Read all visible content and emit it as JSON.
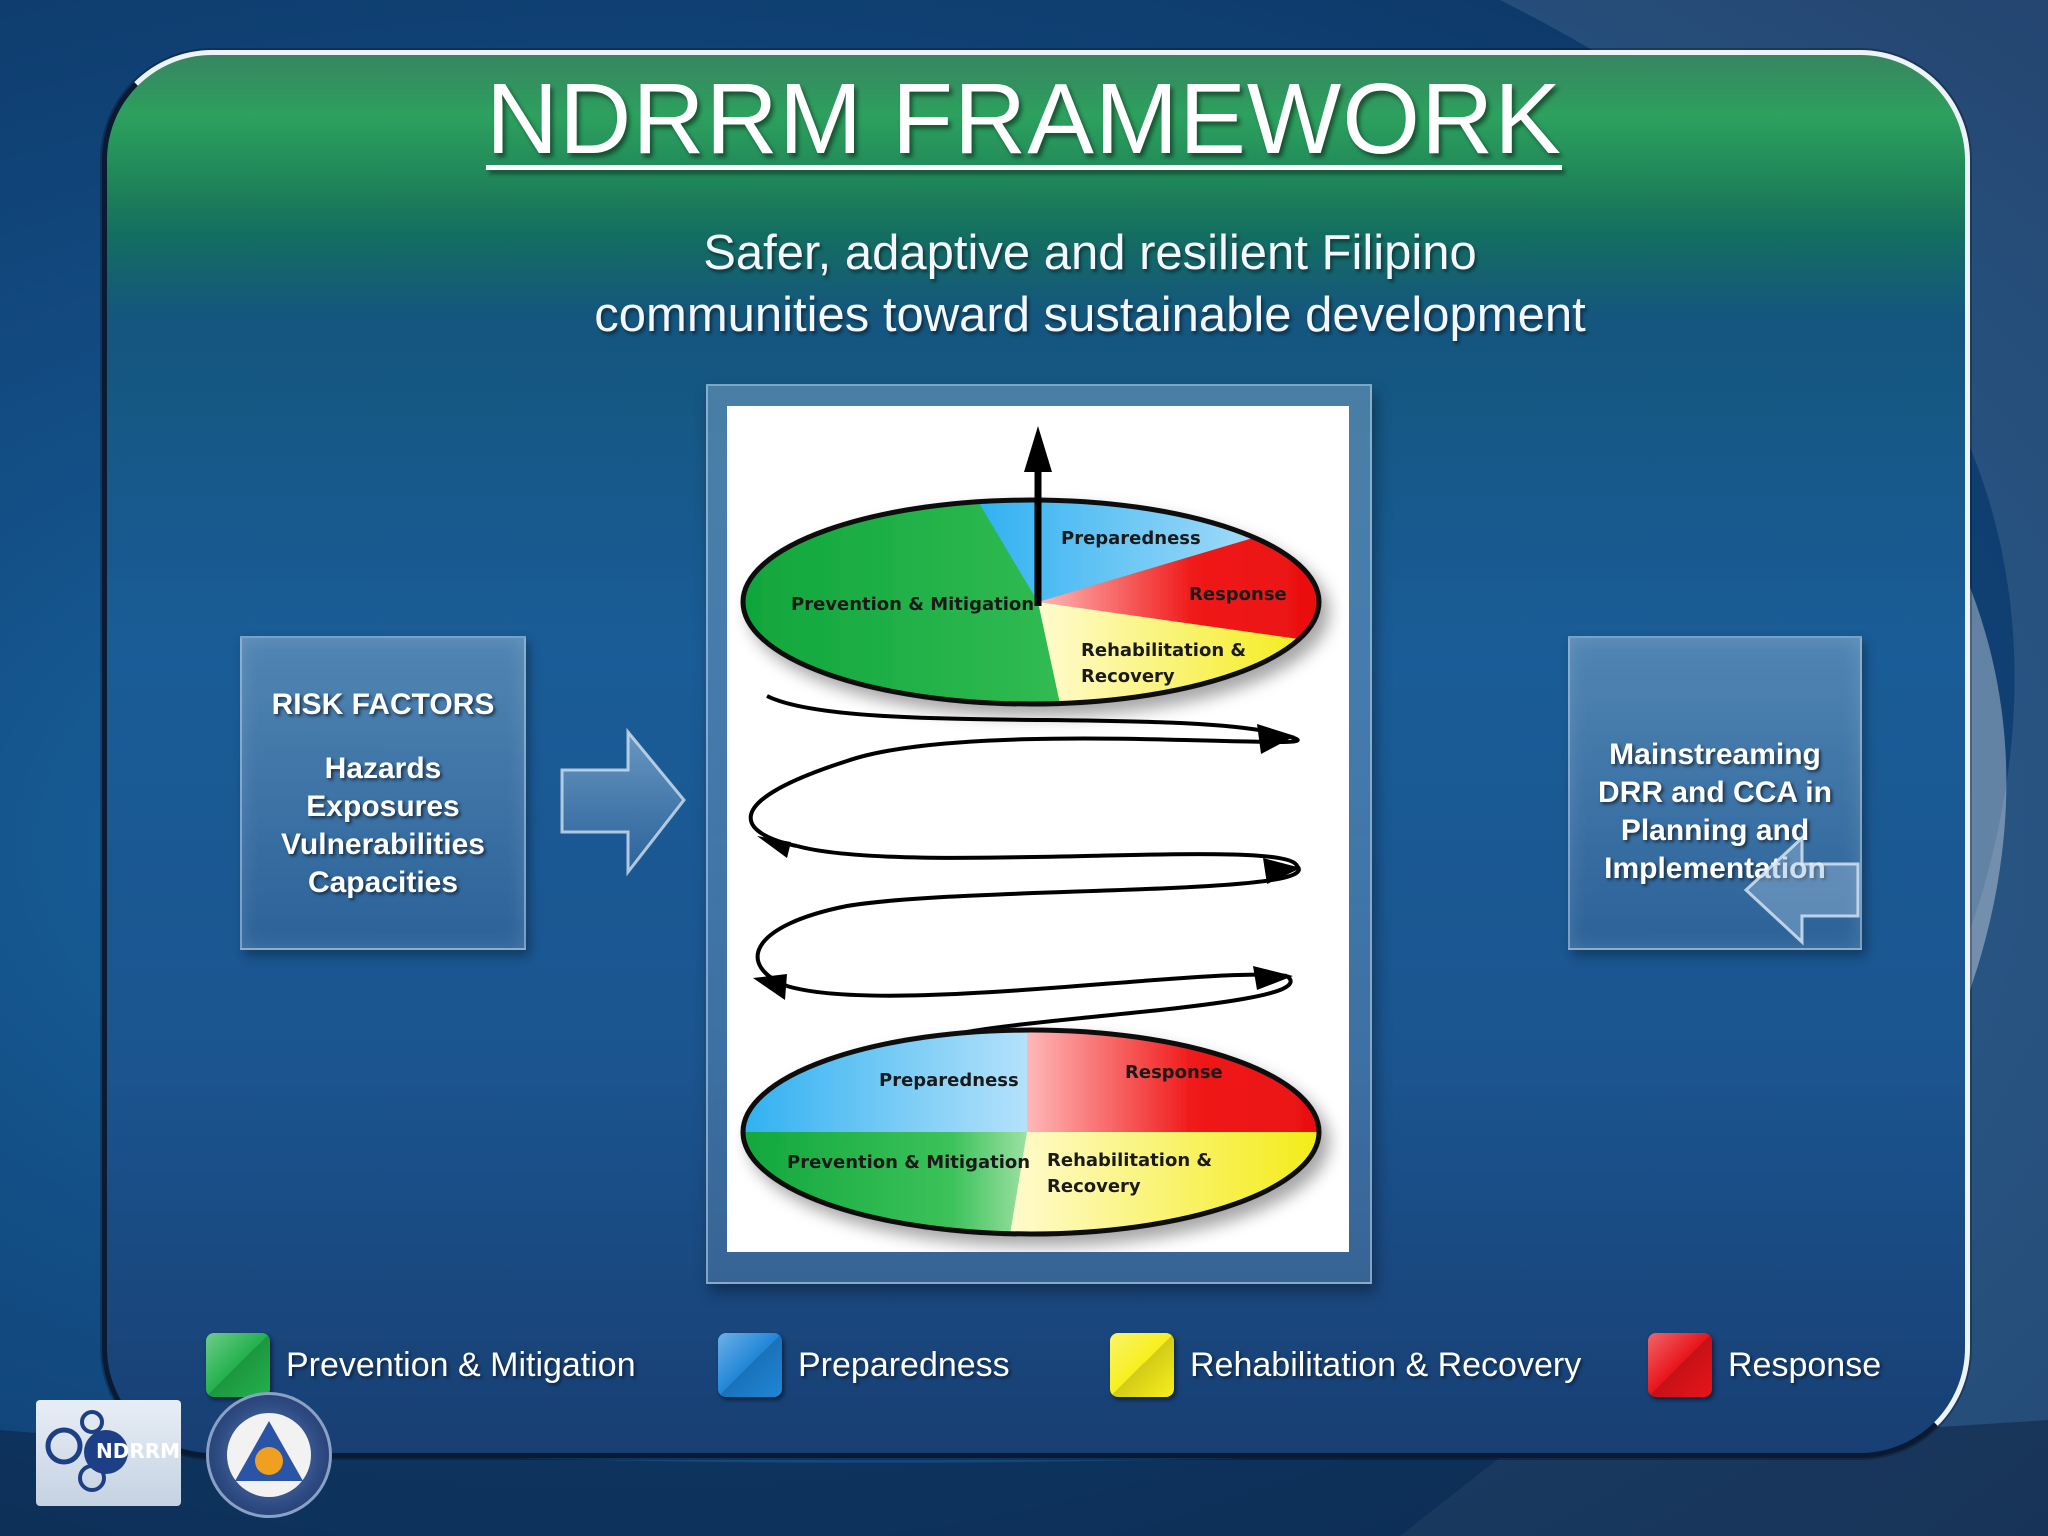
{
  "title": "NDRRM FRAMEWORK",
  "subtitle_lines": [
    "Safer, adaptive and resilient Filipino",
    "communities toward sustainable development"
  ],
  "risk_box": {
    "title": "RISK FACTORS",
    "items": [
      "Hazards",
      "Exposures",
      "Vulnerabilities",
      "Capacities"
    ]
  },
  "mainstream_box": {
    "lines": [
      "Mainstreaming",
      "DRR and CCA in",
      "Planning and",
      "Implementation"
    ]
  },
  "cycle_diagram": {
    "top_disk": {
      "labels": {
        "preparedness": "Preparedness",
        "response": "Response",
        "rehab_line1": "Rehabilitation &",
        "rehab_line2": "Recovery",
        "prevention": "Prevention & Mitigation"
      }
    },
    "bottom_disk": {
      "labels": {
        "preparedness": "Preparedness",
        "response": "Response",
        "rehab_line1": "Rehabilitation &",
        "rehab_line2": "Recovery",
        "prevention": "Prevention & Mitigation"
      }
    }
  },
  "legend": [
    {
      "label": "Prevention &  Mitigation",
      "color": "#22b14c"
    },
    {
      "label": "Preparedness",
      "color": "#1f86d8"
    },
    {
      "label": "Rehabilitation & Recovery",
      "color": "#f7ef1c"
    },
    {
      "label": "Response",
      "color": "#e8141b"
    }
  ],
  "logos": {
    "ndrrmc_text": "NDRRMC"
  }
}
